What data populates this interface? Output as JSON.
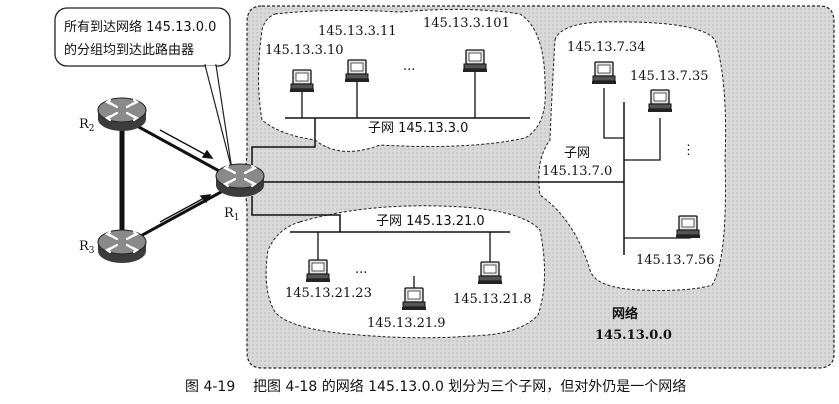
{
  "callout": {
    "line1": "所有到达网络 145.13.0.0",
    "line2": "的分组均到达此路由器"
  },
  "routers": {
    "r1": {
      "name": "R",
      "sub": "1"
    },
    "r2": {
      "name": "R",
      "sub": "2"
    },
    "r3": {
      "name": "R",
      "sub": "3"
    }
  },
  "subnet3": {
    "label": "子网 145.13.3.0",
    "hosts": [
      "145.13.3.10",
      "145.13.3.11",
      "145.13.3.101"
    ],
    "ellipsis": "..."
  },
  "subnet7": {
    "label_line1": "子网",
    "label_line2": "145.13.7.0",
    "hosts": [
      "145.13.7.34",
      "145.13.7.35",
      "145.13.7.56"
    ],
    "ellipsis": "⋮"
  },
  "subnet21": {
    "label": "子网 145.13.21.0",
    "hosts": [
      "145.13.21.23",
      "145.13.21.9",
      "145.13.21.8"
    ],
    "ellipsis": "..."
  },
  "network": {
    "line1": "网络",
    "line2": "145.13.0.0"
  },
  "caption": "图 4-19    把图 4-18 的网络 145.13.0.0 划分为三个子网，但对外仍是一个网络",
  "colors": {
    "network_fill": "#dcdcdc",
    "subnet_fill": "#ffffff",
    "router": "#7a7a7a"
  },
  "icons": [
    "router-icon",
    "computer-icon"
  ]
}
